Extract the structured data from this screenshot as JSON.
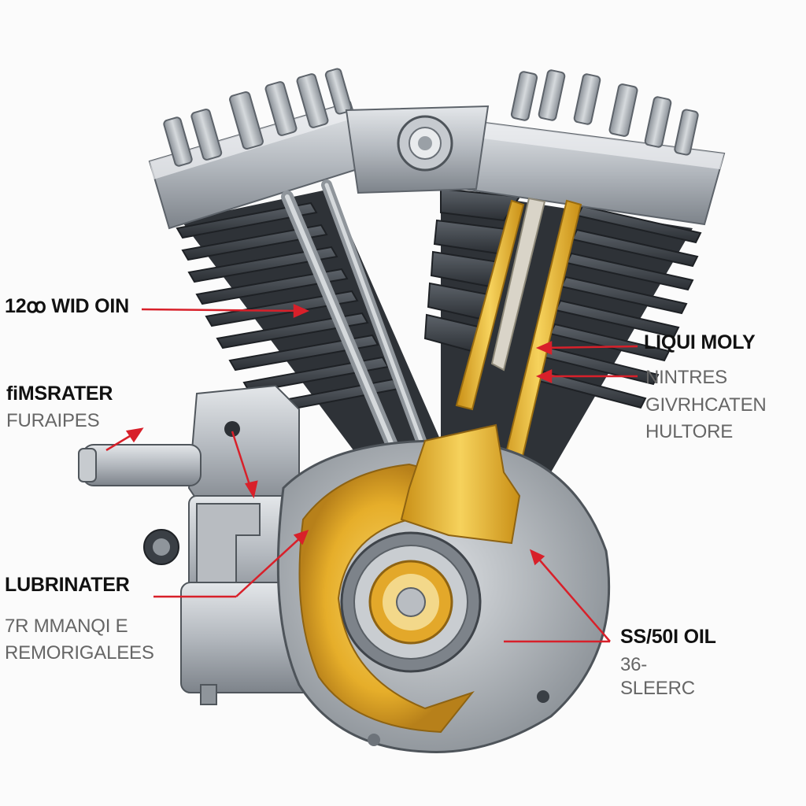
{
  "labels": {
    "left": {
      "l1_title": "12ꝏ WID OIN",
      "l2_title": "fiMSRATER",
      "l2_sub": "FURAIPES",
      "l3_title": "LUBRINATER",
      "l3_sub1": "7R MMANQI E",
      "l3_sub2": "REMORIGALEES"
    },
    "right": {
      "r1_title": "LIQUI MOLY",
      "r1_sub1": "NINTRES",
      "r1_sub2": "GIVRHCATEN",
      "r1_sub3": "HULTORE",
      "r2_title": "SS/50I OIL",
      "r2_sub1": "36-",
      "r2_sub2": "SLEERC"
    }
  },
  "colors": {
    "leader": "#d8202a",
    "oil": "#e8b62a",
    "metal": "#a9aeb4",
    "metal_dark": "#3d4248"
  }
}
